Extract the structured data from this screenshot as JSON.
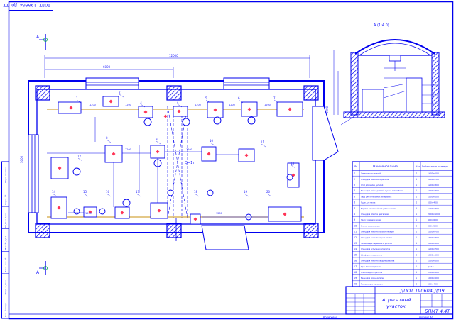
{
  "colors": {
    "line": "#0000ee",
    "accent": "#ff3355",
    "dim": "#3030ff",
    "pipe": "#c89010",
    "label": "#1a1aff"
  },
  "frame": {
    "top_stamp": "ТОЛТ 190604 ДО ТТ",
    "left_strip": [
      "Перв. примен.",
      "Справ. №",
      "Подп. и дата",
      "Инв. № дубл.",
      "Взам. инв. №",
      "Подп. и дата",
      "Инв. № подл."
    ]
  },
  "section": {
    "marker_top": "А",
    "marker_bottom": "А",
    "view_title": "А (1:4.0)"
  },
  "plan": {
    "dim_overall": "12000",
    "dim_bay": "6000",
    "dims_small": [
      "1200",
      "1200",
      "1200",
      "1200",
      "1200",
      "1200",
      "1200",
      "1200",
      "1200"
    ],
    "axis_left": "3000",
    "axis_right": "3000"
  },
  "equipment_numbers": [
    "1",
    "2",
    "3",
    "4",
    "5",
    "6",
    "7",
    "8",
    "9",
    "10",
    "11",
    "12",
    "13",
    "14",
    "15",
    "16",
    "17",
    "18",
    "19",
    "20"
  ],
  "table": {
    "col_num": "№",
    "col_name": "Наименование",
    "col_qty": "Кол.",
    "col_dims": "Габаритные размеры",
    "rows": [
      {
        "n": "1",
        "name": "Стеллаж для деталей",
        "q": "1",
        "d": "1400×500"
      },
      {
        "n": "2",
        "name": "Стенд для разборки агрегатов",
        "q": "1",
        "d": "1100×700"
      },
      {
        "n": "3",
        "name": "Стол для мойки деталей",
        "q": "1",
        "d": "1200×800"
      },
      {
        "n": "4",
        "name": "Ванна для мойки деталей и узлов автомобиля",
        "q": "1",
        "d": "1000×700"
      },
      {
        "n": "5",
        "name": "Ларь для обтирочных материалов",
        "q": "1",
        "d": "1000×500"
      },
      {
        "n": "6",
        "name": "Ящик для песка",
        "q": "1",
        "d": "500×400"
      },
      {
        "n": "7",
        "name": "Верстак слесарный на 1 рабочее место",
        "q": "2",
        "d": "1200×800"
      },
      {
        "n": "8",
        "name": "Стенд для обкатки двигателей",
        "q": "1",
        "d": "2000×1000"
      },
      {
        "n": "9",
        "name": "Пресс гидравлический",
        "q": "1",
        "d": "900×600"
      },
      {
        "n": "10",
        "name": "Станок сверлильный",
        "q": "1",
        "d": "800×500"
      },
      {
        "n": "11",
        "name": "Стенд для ремонта коробок передач",
        "q": "1",
        "d": "1000×700"
      },
      {
        "n": "12",
        "name": "Стенд для ремонта задних мостов",
        "q": "1",
        "d": "1100×800"
      },
      {
        "n": "13",
        "name": "Тележка для перевозки агрегатов",
        "q": "1",
        "d": "1000×600"
      },
      {
        "n": "14",
        "name": "Стенд для испытания агрегатов",
        "q": "1",
        "d": "1200×700"
      },
      {
        "n": "15",
        "name": "Шкаф для инструмента",
        "q": "1",
        "d": "1000×500"
      },
      {
        "n": "16",
        "name": "Стенд для ремонта карданных валов",
        "q": "1",
        "d": "1500×600"
      },
      {
        "n": "17",
        "name": "Кран-балка подвесная",
        "q": "1",
        "d": "Q=1т"
      },
      {
        "n": "18",
        "name": "Стеллаж для агрегатов",
        "q": "1",
        "d": "1400×600"
      },
      {
        "n": "19",
        "name": "Ванна для мойки деталей",
        "q": "1",
        "d": "1000×600"
      },
      {
        "n": "20",
        "name": "Раковина для мытья рук",
        "q": "1",
        "d": "500×400"
      }
    ]
  },
  "title_block": {
    "doc_code": "ДПОТ 190604 ДОЧ",
    "title_line1": "Агрегатный",
    "title_line2": "участок",
    "sheet_label": "БПМТ 4.4Т"
  },
  "bottom_strip": [
    "Копировал",
    "Формат А1"
  ]
}
